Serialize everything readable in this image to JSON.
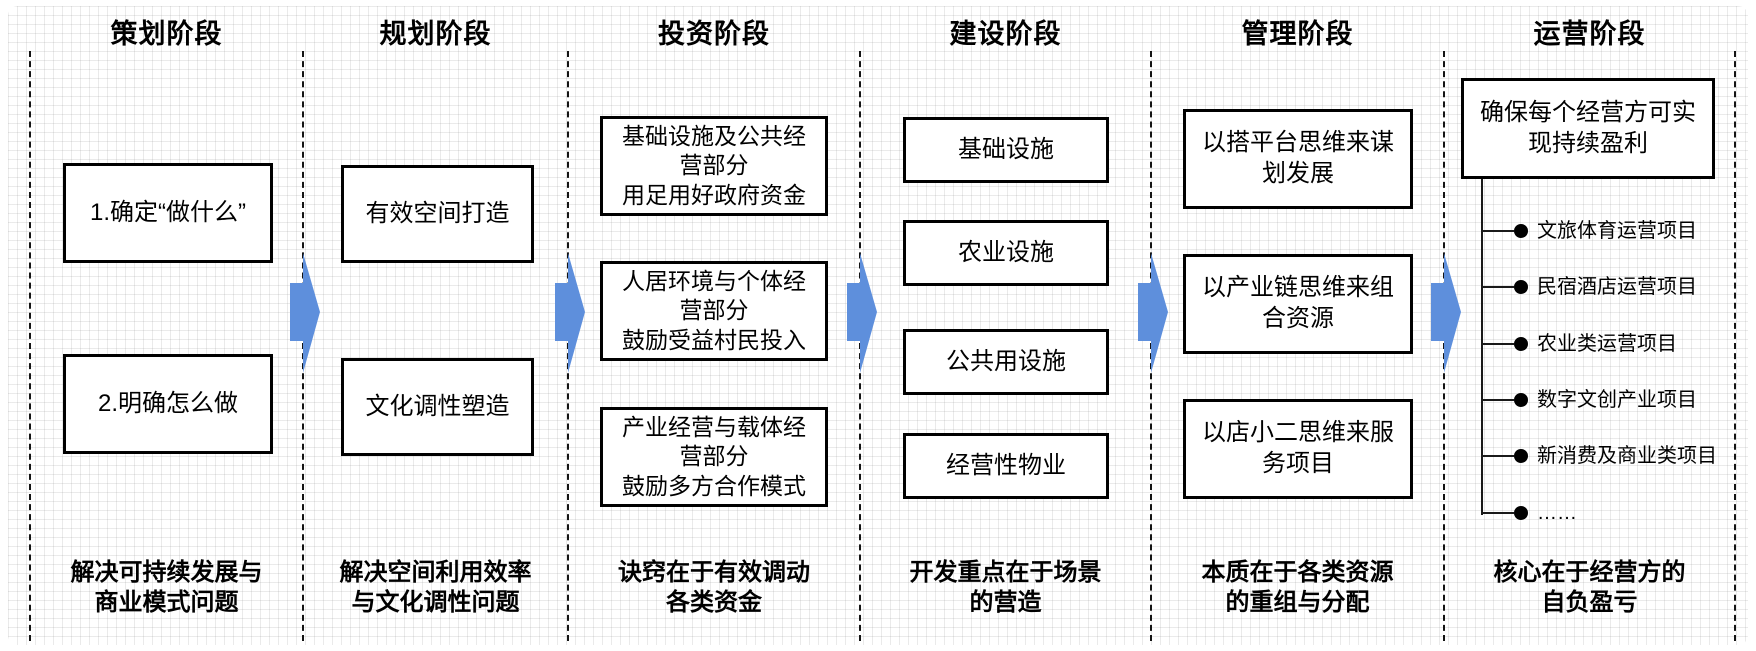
{
  "colors": {
    "arrow": "#5E8FDC",
    "line": "#141414",
    "box_border": "#000000",
    "background": "#ffffff"
  },
  "columns": [
    {
      "title": "策划阶段",
      "boxes": [
        "1.确定“做什么”",
        "2.明确怎么做"
      ],
      "summary": "解决可持续发展与\n商业模式问题"
    },
    {
      "title": "规划阶段",
      "boxes": [
        "有效空间打造",
        "文化调性塑造"
      ],
      "summary": "解决空间利用效率\n与文化调性问题"
    },
    {
      "title": "投资阶段",
      "boxes": [
        "基础设施及公共经\n营部分\n用足用好政府资金",
        "人居环境与个体经\n营部分\n鼓励受益村民投入",
        "产业经营与载体经\n营部分\n鼓励多方合作模式"
      ],
      "summary": "诀窍在于有效调动\n各类资金"
    },
    {
      "title": "建设阶段",
      "boxes": [
        "基础设施",
        "农业设施",
        "公共用设施",
        "经营性物业"
      ],
      "summary": "开发重点在于场景\n的营造"
    },
    {
      "title": "管理阶段",
      "boxes": [
        "以搭平台思维来谋\n划发展",
        "以产业链思维来组\n合资源",
        "以店小二思维来服\n务项目"
      ],
      "summary": "本质在于各类资源\n的重组与分配"
    },
    {
      "title": "运营阶段",
      "boxes": [
        "确保每个经营方可实\n现持续盈利"
      ],
      "list_items": [
        "文旅体育运营项目",
        "民宿酒店运营项目",
        "农业类运营项目",
        "数字文创产业项目",
        "新消费及商业类项目",
        "……"
      ],
      "summary": "核心在于经营方的\n自负盈亏"
    }
  ]
}
